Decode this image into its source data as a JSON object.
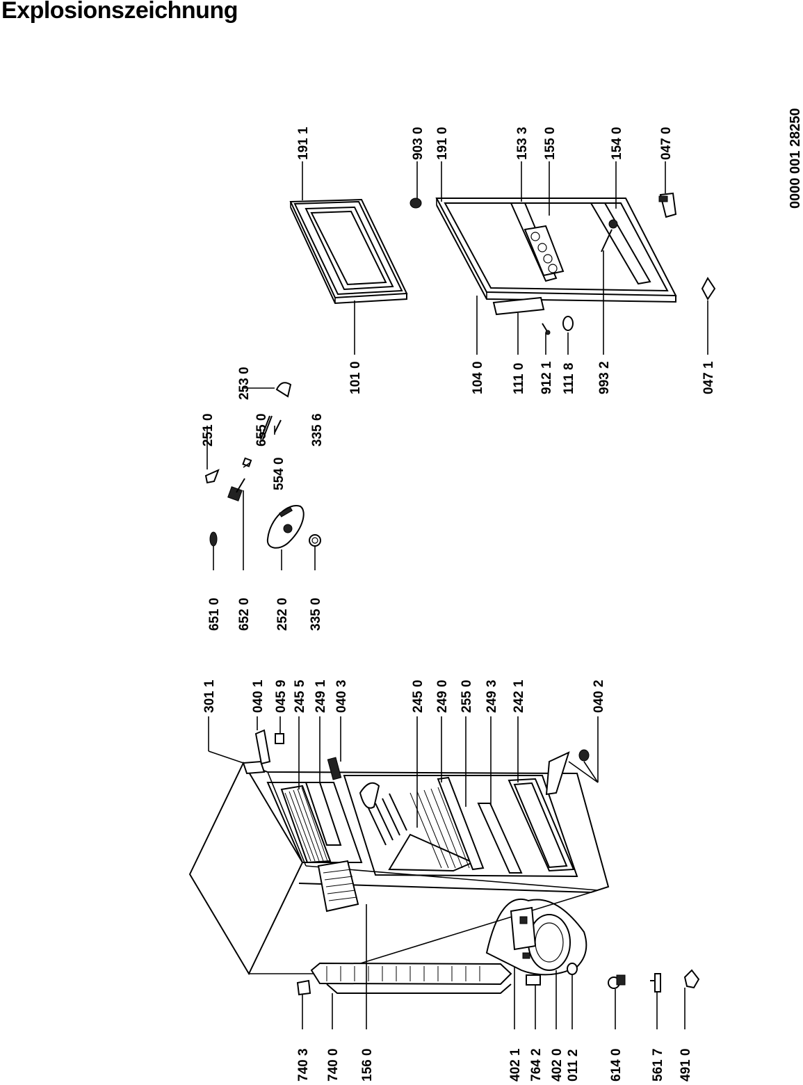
{
  "page": {
    "title": "Explosionszeichnung",
    "document_number": "0000  001 28250"
  },
  "part_labels": [
    "191 1",
    "101 0",
    "903 0",
    "191 0",
    "153 3",
    "155 0",
    "154 0",
    "047 0",
    "104 0",
    "111 0",
    "912 1",
    "111 8",
    "993 2",
    "047 1",
    "253 0",
    "251 0",
    "655 0",
    "335 6",
    "554 0",
    "651 0",
    "652 0",
    "252 0",
    "335 0",
    "301 1",
    "040 1",
    "045 9",
    "245 5",
    "249 1",
    "040 3",
    "245 0",
    "249 0",
    "255 0",
    "249 3",
    "242 1",
    "040 2",
    "740 3",
    "740 0",
    "156 0",
    "402 1",
    "764 2",
    "402 0",
    "011 2",
    "614 0",
    "561 7",
    "491 0"
  ],
  "icons": [
    "freezer-door",
    "fridge-door",
    "cabinet",
    "compressor",
    "thermostat-housing",
    "hinge",
    "shelf",
    "crisper"
  ]
}
